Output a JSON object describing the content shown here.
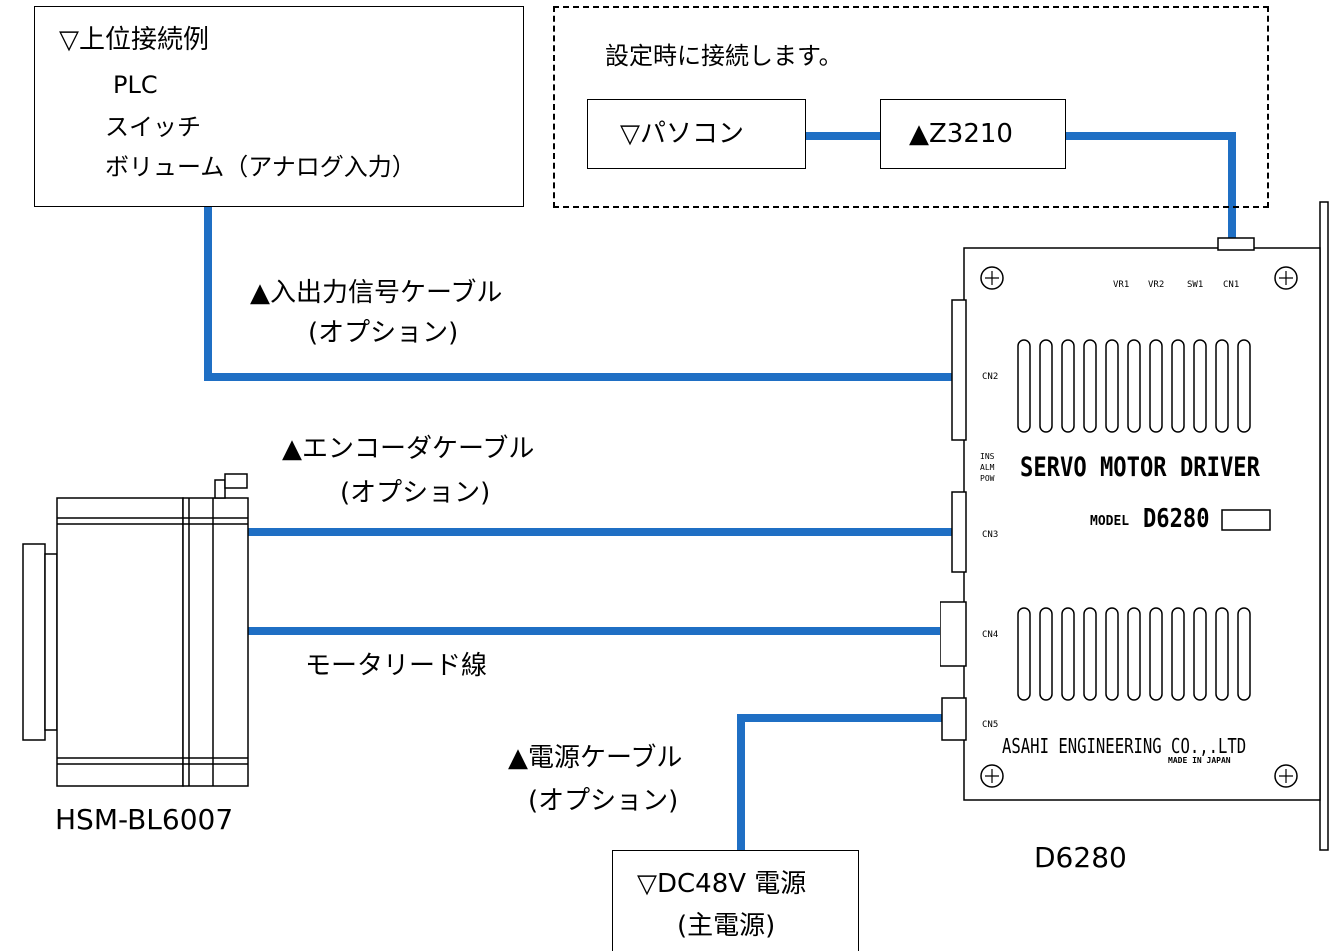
{
  "host_box": {
    "title": "▽上位接続例",
    "items": [
      "PLC",
      "スイッチ",
      "ボリューム（アナログ入力）"
    ]
  },
  "setup_box": {
    "caption": "設定時に接続します。",
    "pc_label": "▽パソコン",
    "adapter_label": "▲Z3210"
  },
  "cables": {
    "io_cable": [
      "▲入出力信号ケーブル",
      "(オプション)"
    ],
    "encoder_cable": [
      "▲エンコーダケーブル",
      "(オプション)"
    ],
    "motor_lead": "モータリード線",
    "power_cable": [
      "▲電源ケーブル",
      "(オプション)"
    ]
  },
  "motor": {
    "model": "HSM-BL6007"
  },
  "driver": {
    "model": "D6280",
    "panel_title": "SERVO MOTOR DRIVER",
    "model_prefix": "MODEL",
    "model_name": "D6280",
    "maker": "ASAHI ENGINEERING CO.,.LTD",
    "made_in": "MADE IN JAPAN",
    "top_labels": [
      "VR1",
      "VR2",
      "SW1",
      "CN1"
    ],
    "connectors": [
      "CN2",
      "CN3",
      "CN4",
      "CN5"
    ],
    "leds": [
      "INS",
      "ALM",
      "POW"
    ]
  },
  "power_supply": {
    "line1": "▽DC48V 電源",
    "line2": "(主電源)"
  },
  "colors": {
    "wire": "#1f6fc4",
    "line": "#000000"
  }
}
